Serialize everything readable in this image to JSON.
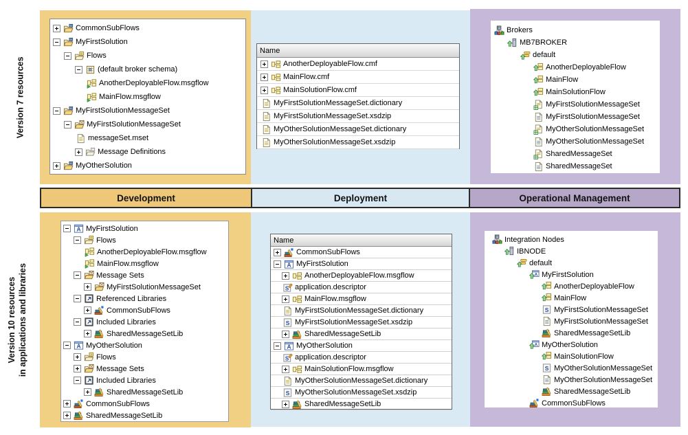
{
  "labels": {
    "v7_row": "Version 7 resources",
    "v10_row_line1": "Version 10 resources",
    "v10_row_line2": "in applications and libraries"
  },
  "columns": [
    {
      "id": "development",
      "label": "Development",
      "color": "#F1D083",
      "header_color": "#EEC878"
    },
    {
      "id": "deployment",
      "label": "Deployment",
      "color": "#DAEAF5",
      "header_color": "#D7E8F3"
    },
    {
      "id": "operational",
      "label": "Operational Management",
      "color": "#C6B8D8",
      "header_color": "#B6A7C9"
    }
  ],
  "panels": {
    "v7_development_tree": {
      "rows": [
        {
          "indent": 0,
          "expand": "plus",
          "icon": "project",
          "label": "CommonSubFlows"
        },
        {
          "indent": 0,
          "expand": "minus",
          "icon": "project",
          "label": "MyFirstSolution"
        },
        {
          "indent": 1,
          "expand": "minus",
          "icon": "flows",
          "label": "Flows"
        },
        {
          "indent": 2,
          "expand": "minus",
          "icon": "schema",
          "label": "(default broker schema)"
        },
        {
          "indent": 3,
          "icon": "msgflow-file",
          "label": "AnotherDeployableFlow.msgflow"
        },
        {
          "indent": 3,
          "icon": "msgflow-file",
          "label": "MainFlow.msgflow"
        },
        {
          "indent": 0,
          "expand": "minus",
          "icon": "project",
          "label": "MyFirstSolutionMessageSet"
        },
        {
          "indent": 1,
          "expand": "minus",
          "icon": "msgsetfolder",
          "label": "MyFirstSolutionMessageSet"
        },
        {
          "indent": 2,
          "icon": "msetfile",
          "label": "messageSet.mset"
        },
        {
          "indent": 2,
          "expand": "plus",
          "icon": "msgdeffolder",
          "label": "Message Definitions"
        },
        {
          "indent": 0,
          "expand": "plus",
          "icon": "project",
          "label": "MyOtherSolution"
        }
      ]
    },
    "v7_deployment_table": {
      "header": "Name",
      "rows": [
        {
          "indent": 0,
          "expand": "plus",
          "icon": "msgflow",
          "label": "AnotherDeployableFlow.cmf"
        },
        {
          "indent": 0,
          "expand": "plus",
          "icon": "msgflow",
          "label": "MainFlow.cmf"
        },
        {
          "indent": 0,
          "expand": "plus",
          "icon": "msgflow",
          "label": "MainSolutionFlow.cmf"
        },
        {
          "indent": 0,
          "icon": "msetfile",
          "label": "MyFirstSolutionMessageSet.dictionary"
        },
        {
          "indent": 0,
          "icon": "msetfile",
          "label": "MyFirstSolutionMessageSet.xsdzip"
        },
        {
          "indent": 0,
          "icon": "msetfile",
          "label": "MyOtherSolutionMessageSet.dictionary"
        },
        {
          "indent": 0,
          "icon": "msetfile",
          "label": "MyOtherSolutionMessageSet.xsdzip"
        }
      ]
    },
    "v7_operational_tree": {
      "rows": [
        {
          "indent": 0,
          "icon": "brokers",
          "label": "Brokers"
        },
        {
          "indent": 1,
          "icon": "broker",
          "label": "MB7BROKER"
        },
        {
          "indent": 2,
          "icon": "execgroup",
          "label": "default"
        },
        {
          "indent": 3,
          "icon": "depflow",
          "label": "AnotherDeployableFlow"
        },
        {
          "indent": 3,
          "icon": "depflow",
          "label": "MainFlow"
        },
        {
          "indent": 3,
          "icon": "depflow",
          "label": "MainSolutionFlow"
        },
        {
          "indent": 3,
          "icon": "dictpage",
          "label": "MyFirstSolutionMessageSet"
        },
        {
          "indent": 3,
          "icon": "pagelines",
          "label": "MyFirstSolutionMessageSet"
        },
        {
          "indent": 3,
          "icon": "dictpage",
          "label": "MyOtherSolutionMessageSet"
        },
        {
          "indent": 3,
          "icon": "pagelines",
          "label": "MyOtherSolutionMessageSet"
        },
        {
          "indent": 3,
          "icon": "dictpage",
          "label": "SharedMessageSet"
        },
        {
          "indent": 3,
          "icon": "pagelines",
          "label": "SharedMessageSet"
        }
      ]
    },
    "v10_development_tree": {
      "rows": [
        {
          "indent": 0,
          "expand": "minus",
          "icon": "app",
          "label": "MyFirstSolution"
        },
        {
          "indent": 1,
          "expand": "minus",
          "icon": "flows",
          "label": "Flows"
        },
        {
          "indent": 2,
          "icon": "msgflow-file",
          "label": "AnotherDeployableFlow.msgflow"
        },
        {
          "indent": 2,
          "icon": "msgflow-file",
          "label": "MainFlow.msgflow"
        },
        {
          "indent": 1,
          "expand": "minus",
          "icon": "msgsetfolder",
          "label": "Message Sets"
        },
        {
          "indent": 2,
          "expand": "plus",
          "icon": "msgsetfolder",
          "label": "MyFirstSolutionMessageSet"
        },
        {
          "indent": 1,
          "expand": "minus",
          "icon": "reflib",
          "label": "Referenced Libraries"
        },
        {
          "indent": 2,
          "expand": "plus",
          "icon": "sharedlib",
          "label": "CommonSubFlows"
        },
        {
          "indent": 1,
          "expand": "minus",
          "icon": "reflib",
          "label": "Included Libraries"
        },
        {
          "indent": 2,
          "expand": "plus",
          "icon": "lib",
          "label": "SharedMessageSetLib"
        },
        {
          "indent": 0,
          "expand": "minus",
          "icon": "app",
          "label": "MyOtherSolution"
        },
        {
          "indent": 1,
          "expand": "plus",
          "icon": "flows",
          "label": "Flows"
        },
        {
          "indent": 1,
          "expand": "plus",
          "icon": "msgsetfolder",
          "label": "Message Sets"
        },
        {
          "indent": 1,
          "expand": "minus",
          "icon": "reflib",
          "label": "Included Libraries"
        },
        {
          "indent": 2,
          "expand": "plus",
          "icon": "lib",
          "label": "SharedMessageSetLib"
        },
        {
          "indent": 0,
          "expand": "plus",
          "icon": "sharedlib",
          "label": "CommonSubFlows"
        },
        {
          "indent": 0,
          "expand": "plus",
          "icon": "lib",
          "label": "SharedMessageSetLib"
        }
      ]
    },
    "v10_deployment_table": {
      "header": "Name",
      "rows": [
        {
          "indent": 0,
          "expand": "plus",
          "icon": "sharedlib",
          "label": "CommonSubFlows"
        },
        {
          "indent": 0,
          "expand": "minus",
          "icon": "app",
          "label": "MyFirstSolution"
        },
        {
          "indent": 1,
          "expand": "plus",
          "icon": "msgflow",
          "label": "AnotherDeployableFlow.msgflow"
        },
        {
          "indent": 1,
          "icon": "appdesc",
          "label": "application.descriptor"
        },
        {
          "indent": 1,
          "expand": "plus",
          "icon": "msgflow",
          "label": "MainFlow.msgflow"
        },
        {
          "indent": 1,
          "icon": "msetfile",
          "label": "MyFirstSolutionMessageSet.dictionary"
        },
        {
          "indent": 1,
          "icon": "xsd",
          "label": "MyFirstSolutionMessageSet.xsdzip"
        },
        {
          "indent": 1,
          "expand": "plus",
          "icon": "lib",
          "label": "SharedMessageSetLib"
        },
        {
          "indent": 0,
          "expand": "minus",
          "icon": "app",
          "label": "MyOtherSolution"
        },
        {
          "indent": 1,
          "icon": "appdesc",
          "label": "application.descriptor"
        },
        {
          "indent": 1,
          "expand": "plus",
          "icon": "msgflow",
          "label": "MainSolutionFlow.msgflow"
        },
        {
          "indent": 1,
          "icon": "msetfile",
          "label": "MyOtherSolutionMessageSet.dictionary"
        },
        {
          "indent": 1,
          "icon": "xsd",
          "label": "MyOtherSolutionMessageSet.xsdzip"
        },
        {
          "indent": 1,
          "expand": "plus",
          "icon": "lib",
          "label": "SharedMessageSetLib"
        }
      ]
    },
    "v10_operational_tree": {
      "rows": [
        {
          "indent": 0,
          "icon": "brokers",
          "label": "Integration Nodes"
        },
        {
          "indent": 1,
          "icon": "broker",
          "label": "IBNODE"
        },
        {
          "indent": 2,
          "icon": "execgroup",
          "label": "default"
        },
        {
          "indent": 3,
          "icon": "depapp",
          "label": "MyFirstSolution"
        },
        {
          "indent": 4,
          "icon": "depflow",
          "label": "AnotherDeployableFlow"
        },
        {
          "indent": 4,
          "icon": "depflow",
          "label": "MainFlow"
        },
        {
          "indent": 4,
          "icon": "xsd",
          "label": "MyFirstSolutionMessageSet"
        },
        {
          "indent": 4,
          "icon": "pagelines",
          "label": "MyFirstSolutionMessageSet"
        },
        {
          "indent": 4,
          "icon": "lib",
          "label": "SharedMessageSetLib"
        },
        {
          "indent": 3,
          "icon": "depapp",
          "label": "MyOtherSolution"
        },
        {
          "indent": 4,
          "icon": "depflow",
          "label": "MainSolutionFlow"
        },
        {
          "indent": 4,
          "icon": "xsd",
          "label": "MyOtherSolutionMessageSet"
        },
        {
          "indent": 4,
          "icon": "pagelines",
          "label": "MyOtherSolutionMessageSet"
        },
        {
          "indent": 4,
          "icon": "lib",
          "label": "SharedMessageSetLib"
        },
        {
          "indent": 3,
          "icon": "sharedlib",
          "label": "CommonSubFlows"
        }
      ]
    }
  }
}
